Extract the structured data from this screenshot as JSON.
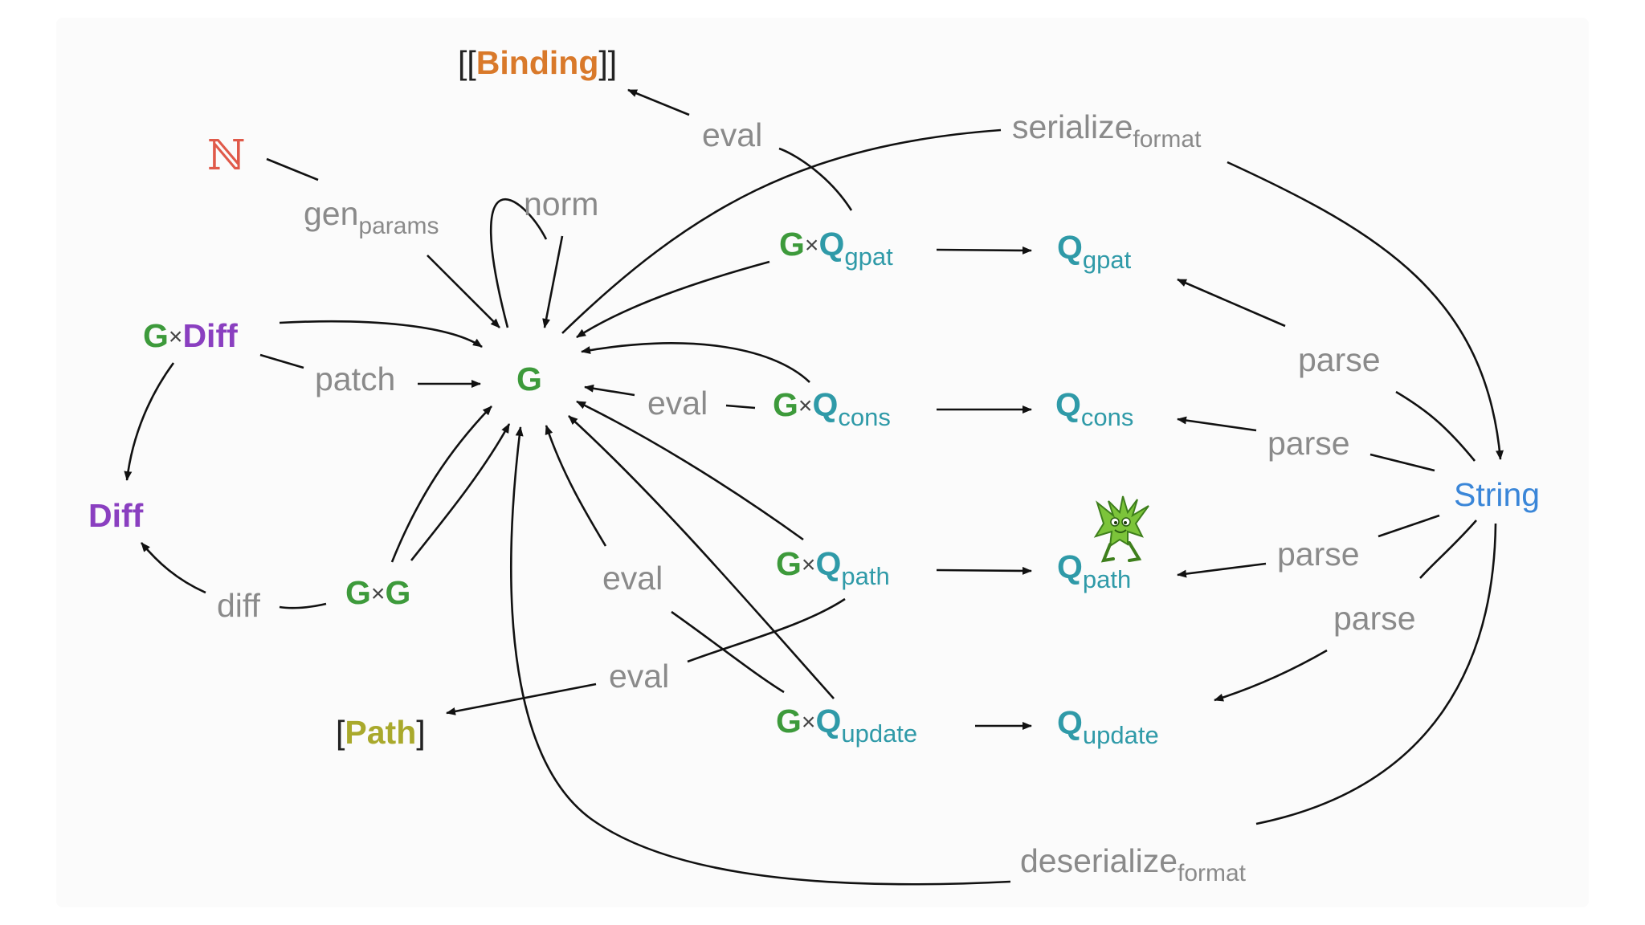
{
  "nodes": {
    "center": "G",
    "binding": {
      "open": "[[",
      "word": "Binding",
      "close": "]]"
    },
    "naturals": "ℕ",
    "gdiff": {
      "left": "G",
      "times": "×",
      "right": "Diff"
    },
    "diff": "Diff",
    "gg": {
      "left": "G",
      "times": "×",
      "right": "G"
    },
    "path_list": {
      "open": "[",
      "word": "Path",
      "close": "]"
    },
    "string": "String",
    "gq_gpat": {
      "g": "G",
      "times": "×",
      "q": "Q",
      "sub": "gpat"
    },
    "gq_cons": {
      "g": "G",
      "times": "×",
      "q": "Q",
      "sub": "cons"
    },
    "gq_path": {
      "g": "G",
      "times": "×",
      "q": "Q",
      "sub": "path"
    },
    "gq_update": {
      "g": "G",
      "times": "×",
      "q": "Q",
      "sub": "update"
    },
    "q_gpat": {
      "q": "Q",
      "sub": "gpat"
    },
    "q_cons": {
      "q": "Q",
      "sub": "cons"
    },
    "q_path": {
      "q": "Q",
      "sub": "path"
    },
    "q_update": {
      "q": "Q",
      "sub": "update"
    }
  },
  "labels": {
    "eval_binding": "eval",
    "serialize": {
      "main": "serialize",
      "sub": "format"
    },
    "gen": {
      "main": "gen",
      "sub": "params"
    },
    "norm": "norm",
    "patch": "patch",
    "eval_cons": "eval",
    "diff": "diff",
    "eval_lower": "eval",
    "eval_path": "eval",
    "parse_gpat": "parse",
    "parse_cons": "parse",
    "parse_path": "parse",
    "parse_update": "parse",
    "deserialize": {
      "main": "deserialize",
      "sub": "format"
    }
  },
  "colors": {
    "g_green": "#3d9a3b",
    "q_teal": "#2f9aa8",
    "diff_purple": "#8a3fc0",
    "binding_orange": "#d9792a",
    "path_olive": "#a9a92c",
    "string_blue": "#3a86d8",
    "naturals_red": "#e05a4a",
    "label_gray": "#8a8a8a",
    "arrow_black": "#111111"
  },
  "icons": {
    "mascot": "goblin-mascot-icon"
  }
}
